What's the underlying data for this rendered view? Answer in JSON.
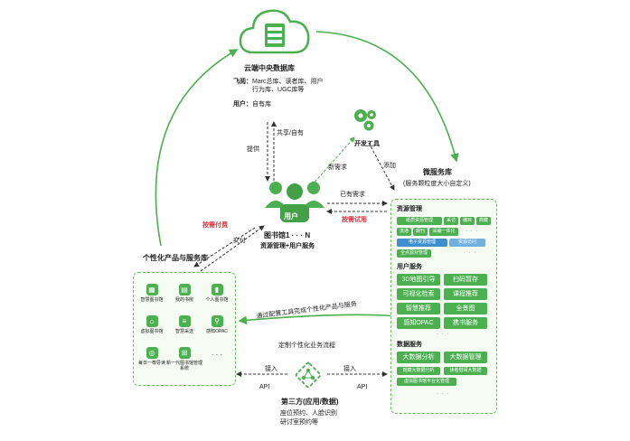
{
  "cloud_db": {
    "title": "云端中央数据库",
    "feiyue_label": "飞阅：",
    "feiyue_line1": "Marc总库、读者库、用户",
    "feiyue_line2": "行为库、UGC库等",
    "user_label": "用户：",
    "user_value": "自有库"
  },
  "library": {
    "badge": "用户",
    "title": "图书馆1 · · · N",
    "subtitle": "资源管理+用户服务"
  },
  "dev_tools": {
    "title": "开发工具"
  },
  "micro": {
    "title": "微服务库",
    "subtitle": "(服务颗粒度大小自定义)",
    "section_resource": "资源管理",
    "resource_rows": [
      [
        "纸质资源管理",
        "采访",
        "编目",
        "典藏"
      ],
      [
        "流通",
        "期刊",
        "采编一体化"
      ],
      [
        "电子资源管理",
        "资源访问"
      ],
      [
        "全点源对管理"
      ]
    ],
    "section_user": "用户服务",
    "user_chips": [
      "3D地图引导",
      "扫码暂存",
      "可视化检索",
      "课程推荐",
      "智慧推荐",
      "全景图",
      "感知OPAC",
      "携书服务"
    ],
    "section_data": "数据服务",
    "data_chips": [
      "大数据分析",
      "大数据管理"
    ],
    "data_small": [
      "馆藏大数据分析",
      "读者借阅大数据",
      "虚拟图书馆平台化管理"
    ],
    "dots": "· · ·"
  },
  "product": {
    "title": "个性化产品与服务库",
    "items": [
      {
        "label": "智慧图书馆",
        "icon": "library-icon"
      },
      {
        "label": "我的书房",
        "icon": "book-icon"
      },
      {
        "label": "个人图书馆",
        "icon": "bookmark-icon"
      },
      {
        "label": "虚拟图书馆",
        "icon": "bank-icon"
      },
      {
        "label": "智慧采选",
        "icon": "book-stack-icon"
      },
      {
        "label": "感知OPAC",
        "icon": "search-icon"
      },
      {
        "label": "每日一荐导读",
        "icon": "compass-icon"
      },
      {
        "label": "新一代图书馆管理系统",
        "icon": "grid-icon"
      },
      {
        "label": "· · ·",
        "icon": ""
      }
    ]
  },
  "third_party": {
    "title": "第三方(应用/数据)",
    "line1": "座位预约、人脸识别",
    "line2": "研讨室预约等"
  },
  "labels": {
    "share": "共享/自有",
    "provide": "提供",
    "new_demand": "新需求",
    "add": "添加",
    "existing_demand": "已有需求",
    "trial": "按需试用",
    "pay": "按需付费",
    "deliver": "交付",
    "config": "通过配置工具完成个性化产品与服务",
    "custom": "定制个性化业务流程",
    "access1": "接入",
    "api1": "API",
    "access2": "接入",
    "api2": "API"
  },
  "colors": {
    "accent": "#4caf50",
    "blue": "#3f8fcf",
    "red": "#d9363e"
  }
}
